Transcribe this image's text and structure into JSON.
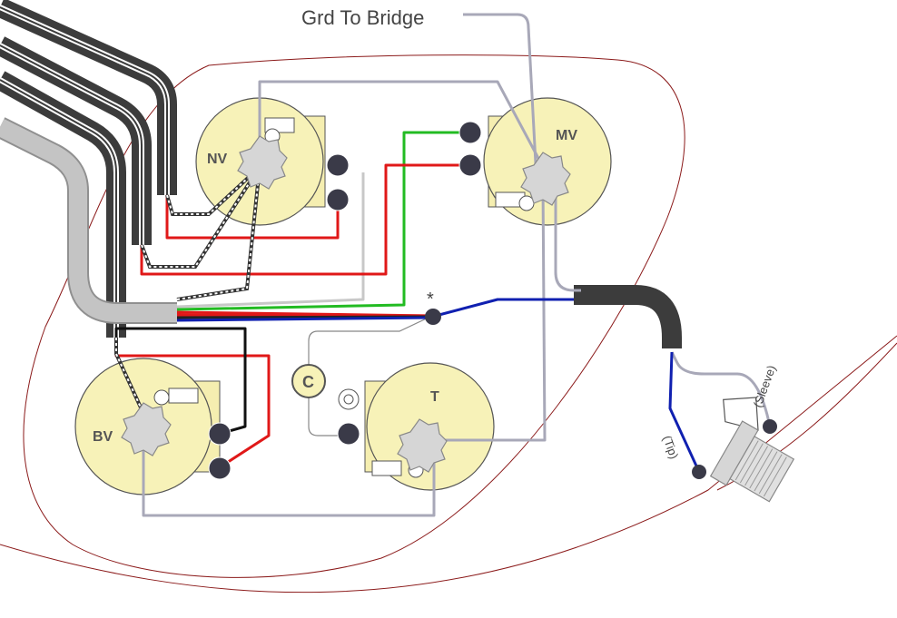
{
  "diagram": {
    "callout_ground": "Grd To Bridge",
    "pots": {
      "neck_volume": "NV",
      "master_volume": "MV",
      "bridge_volume": "BV",
      "tone": "T"
    },
    "capacitor": "C",
    "junction_marker": "*",
    "jack": {
      "sleeve": "(Sleeve)",
      "tip": "(Tip)"
    }
  },
  "colors": {
    "pot_body": "#F7F2B8",
    "lug": "#3A3A48",
    "shield_wire": "#3C3C3C",
    "ground_wire": "#A8A8B8",
    "hot_red": "#E01818",
    "hot_green": "#22BB22",
    "hot_blue": "#1020B0",
    "body_outline": "#8B1A1A"
  }
}
